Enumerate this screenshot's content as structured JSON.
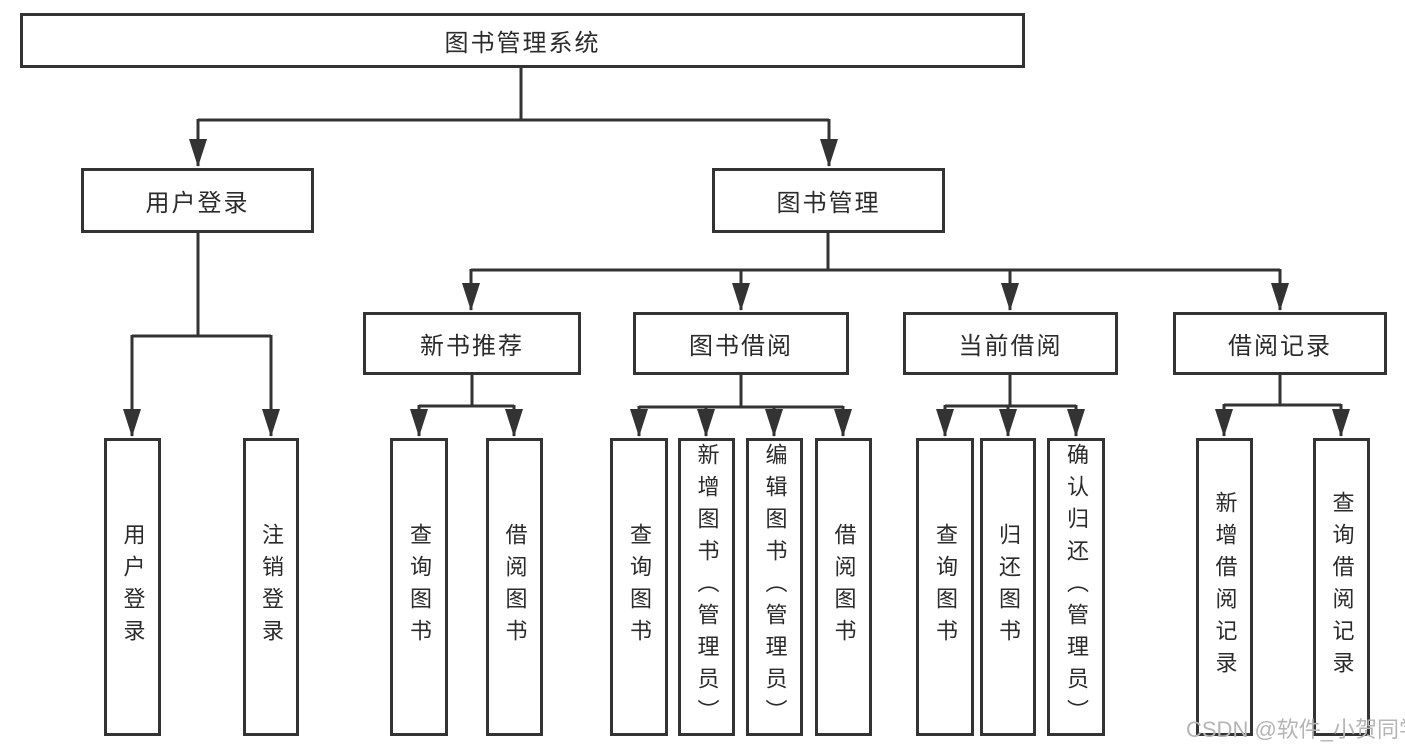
{
  "root_label": "图书管理系统",
  "watermark": "CSDN @软件_小贺同学",
  "colors": {
    "line": "#333333",
    "text": "#2b2b2b",
    "box_background": "#ffffff",
    "watermark": "#b5b5b5",
    "page_background": "#ffffff"
  },
  "user_login": {
    "label": "用户登录",
    "children": [
      "用户登录",
      "注销登录"
    ]
  },
  "book_mgmt": {
    "label": "图书管理",
    "sections": [
      {
        "label": "新书推荐",
        "children": [
          "查询图书",
          "借阅图书"
        ]
      },
      {
        "label": "图书借阅",
        "children": [
          "查询图书",
          "新增图书（管理员）",
          "编辑图书（管理员）",
          "借阅图书"
        ]
      },
      {
        "label": "当前借阅",
        "children": [
          "查询图书",
          "归还图书",
          "确认归还（管理员）"
        ]
      },
      {
        "label": "借阅记录",
        "children": [
          "新增借阅记录",
          "查询借阅记录"
        ]
      }
    ]
  }
}
